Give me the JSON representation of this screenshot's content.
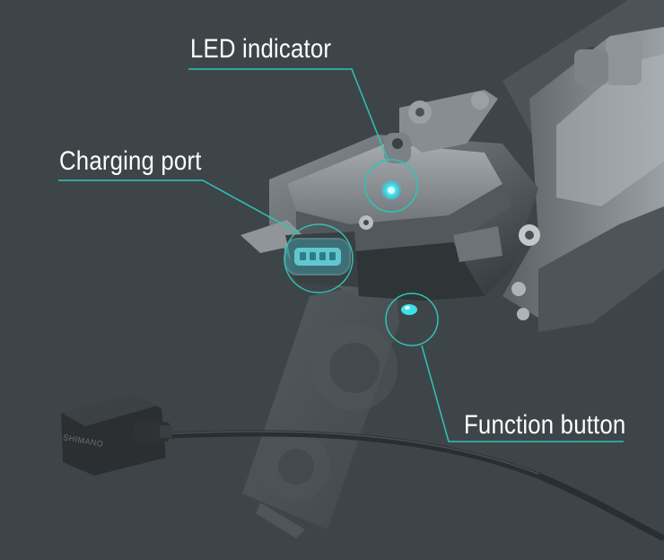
{
  "annotations": {
    "led_indicator": "LED indicator",
    "charging_port": "Charging port",
    "function_button": "Function button"
  },
  "charger_brand": "SHIMANO",
  "colors": {
    "background": "#3e4548",
    "callout_line": "#2ec4b6",
    "highlight": "#3ee0e8",
    "label_text": "#ffffff"
  }
}
